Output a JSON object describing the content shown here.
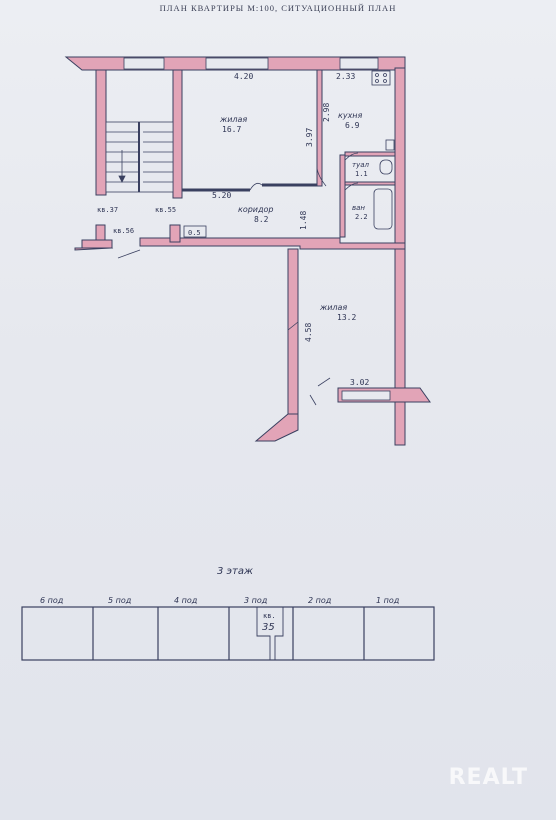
{
  "title": "ПЛАН КВАРТИРЫ М:100, СИТУАЦИОННЫЙ ПЛАН",
  "colors": {
    "wall": "#e2a4b7",
    "line": "#3a4060",
    "paper": "#e7e9ef"
  },
  "plan": {
    "room_living1": {
      "name": "жилая",
      "area": "16.7"
    },
    "room_kitchen": {
      "name": "кухня",
      "area": "6.9"
    },
    "room_corridor": {
      "name": "коридор",
      "area": "8.2"
    },
    "room_toilet": {
      "name": "туал",
      "area": "1.1"
    },
    "room_bath": {
      "name": "ван",
      "area": "2.2"
    },
    "room_living2": {
      "name": "жилая",
      "area": "13.2"
    },
    "dims": {
      "top_living": "4.20",
      "top_kitchen": "2.33",
      "living1_right": "3.97",
      "kitchen_left": "2.98",
      "bottom_living": "5.20",
      "corridor_side": "1.48",
      "living2_side": "4.58",
      "living2_bottom": "3.02",
      "niche": "0.5"
    },
    "neighbors": {
      "n37": "кв.37",
      "n55": "кв.55",
      "n56": "кв.56"
    }
  },
  "floor_label": "3 этаж",
  "entrances": [
    "6 под",
    "5 под",
    "4 под",
    "3 под",
    "2 под",
    "1 под"
  ],
  "apartment_tag": {
    "prefix": "кв.",
    "number": "35"
  },
  "watermark": "REALT"
}
